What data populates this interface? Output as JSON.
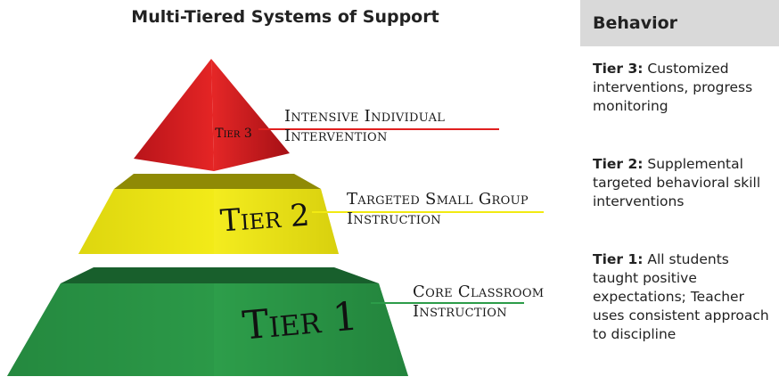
{
  "title": "Multi-Tiered Systems of Support",
  "pyramid": {
    "tier3_label": "Tier 3",
    "tier2_label": "Tier 2",
    "tier1_label": "Tier 1",
    "tier3_callout": [
      "Intensive Individual",
      "Intervention"
    ],
    "tier2_callout": [
      "Targeted Small Group",
      "Instruction"
    ],
    "tier1_callout": [
      "Core Classroom",
      "Instruction"
    ],
    "colors": {
      "red": "#e01f1f",
      "yellow": "#f2ea12",
      "green": "#2c9c49"
    }
  },
  "panel": {
    "heading": "Behavior",
    "tiers": [
      {
        "name": "Tier 3:",
        "text": "Customized interventions, progress monitoring"
      },
      {
        "name": "Tier 2:",
        "text": "Supplemental targeted behavioral skill interventions"
      },
      {
        "name": "Tier 1:",
        "text": "All students taught positive expectations; Teacher uses consistent approach to discipline"
      }
    ]
  }
}
